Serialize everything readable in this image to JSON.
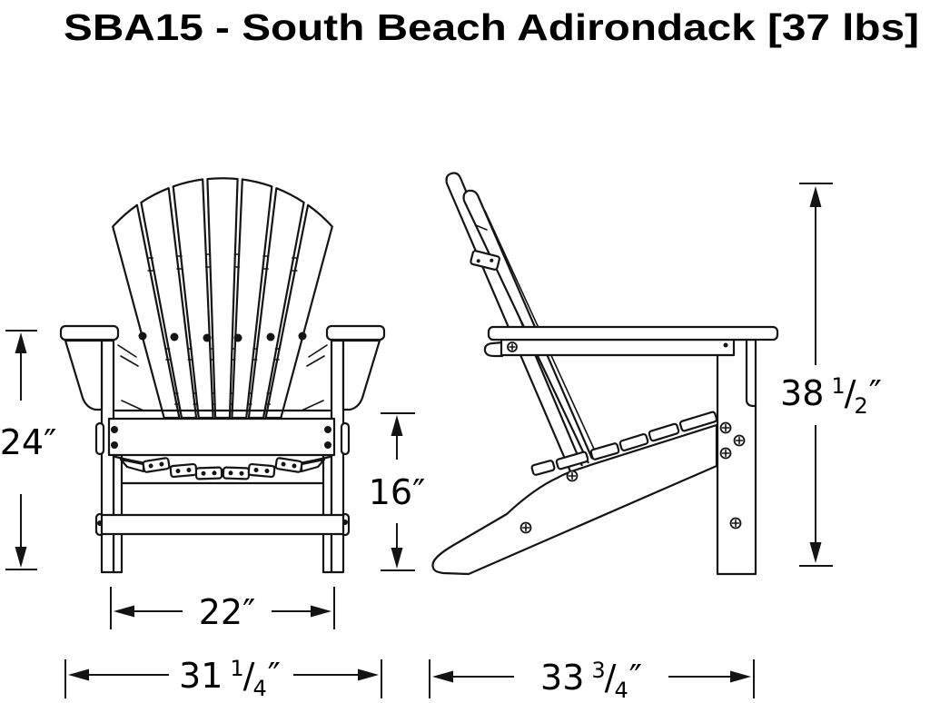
{
  "title": "SBA15 - South Beach Adirondack [37 lbs]",
  "product": {
    "model": "SBA15",
    "name": "South Beach Adirondack",
    "weight": "37 lbs"
  },
  "fraction_slash": "/",
  "dimensions": {
    "arm_height": {
      "label": "24″"
    },
    "seat_height": {
      "label": "16″"
    },
    "seat_width": {
      "label": "22″"
    },
    "overall_width": {
      "label": "31 1/4″",
      "whole": "31",
      "numerator": "1",
      "denominator": "4",
      "unit": "″"
    },
    "overall_depth": {
      "label": "33 3/4″",
      "whole": "33",
      "numerator": "3",
      "denominator": "4",
      "unit": "″"
    },
    "overall_height": {
      "label": "38 1/2″",
      "whole": "38",
      "numerator": "1",
      "denominator": "2",
      "unit": "″"
    }
  },
  "colors": {
    "background": "#ffffff",
    "line": "#141414",
    "text": "#000000"
  }
}
